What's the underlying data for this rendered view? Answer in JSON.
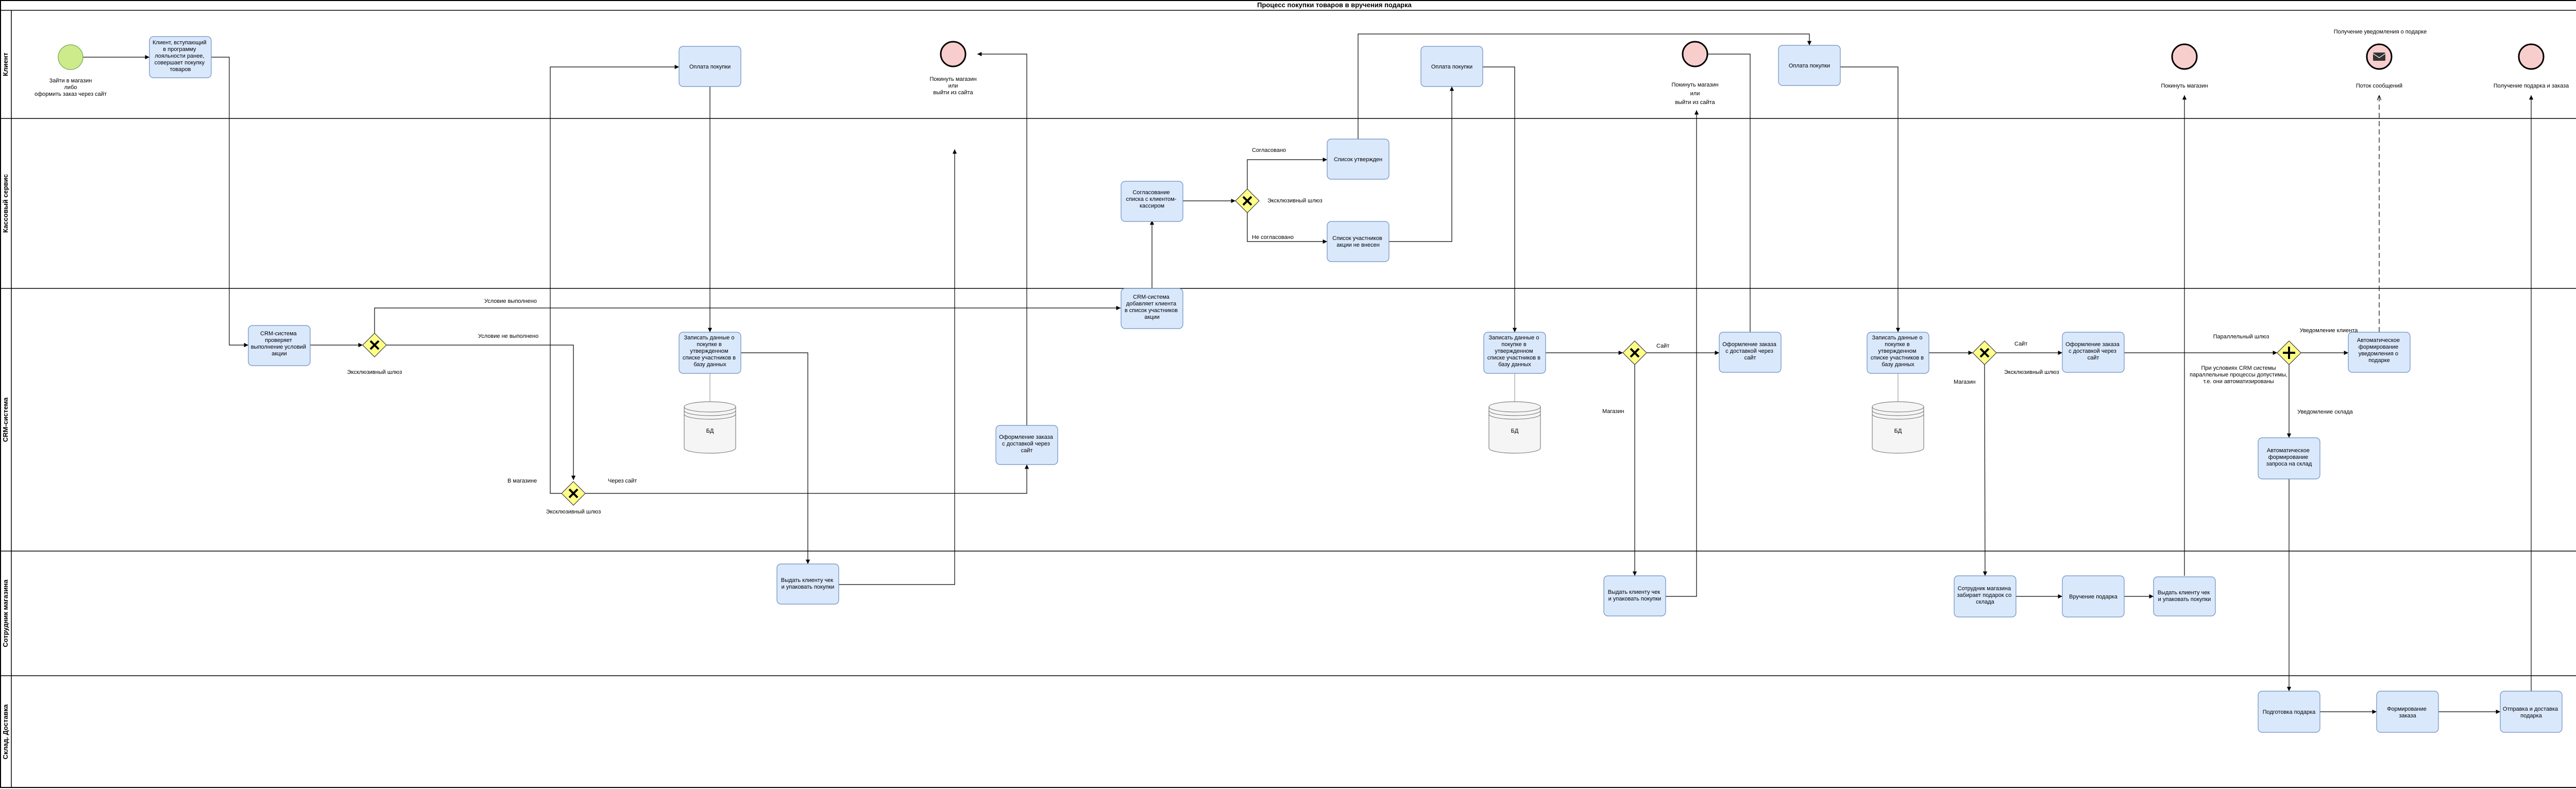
{
  "pool": {
    "title": "Процесс покупки товаров в вручения подарка"
  },
  "lanes": [
    {
      "id": "client",
      "label": "Клиент"
    },
    {
      "id": "cashier",
      "label": "Кассовый сервис"
    },
    {
      "id": "crm",
      "label": "CRM-система"
    },
    {
      "id": "store_staff",
      "label": "Сотрудник магазина"
    },
    {
      "id": "warehouse",
      "label": "Склад. Доставка"
    }
  ],
  "events": {
    "start": {
      "label": [
        "Зайти в магазин",
        "либо",
        "оформить заказ через сайт"
      ]
    },
    "end1": {
      "label": [
        "Покинуть магазин",
        "или",
        "выйти из сайта"
      ]
    },
    "end2": {
      "label": [
        "Покинуть магазин",
        "или",
        "выйти из сайта"
      ]
    },
    "end3": {
      "label": [
        "Покинуть магазин"
      ]
    },
    "message_end": {
      "top_label": [
        "Получение уведомления о подарке"
      ],
      "label": [
        "Поток сообщений"
      ]
    },
    "end4": {
      "label": [
        "Получение подарка и заказа"
      ]
    }
  },
  "tasks": {
    "promo": [
      "Клиент, вступающий",
      "в программу",
      "лояльности ранее,",
      "совершает покупку",
      "товаров"
    ],
    "pay1": [
      "Оплата покупки"
    ],
    "pay2": [
      "Оплата покупки"
    ],
    "pay3": [
      "Оплата покупки"
    ],
    "agree_list": [
      "Согласование",
      "списка с клиентом-",
      "кассиром"
    ],
    "list_approved": [
      "Список утвержден"
    ],
    "list_not_in_promo": [
      "Список участников",
      "акции не внесен"
    ],
    "crm_check": [
      "CRM-система",
      "проверяет",
      "выполнение условий",
      "акции"
    ],
    "crm_add": [
      "CRM-система",
      "добавляет клиента",
      "в список участников",
      "акции"
    ],
    "record1": [
      "Записать данные о",
      "покупке в",
      "утвержденном",
      "списке участников в",
      "базу данных"
    ],
    "record2": [
      "Записать данные о",
      "покупке в",
      "утвержденном",
      "списке участников в",
      "базу данных"
    ],
    "record3": [
      "Записать данные о",
      "покупке в",
      "утвержденном",
      "списке участников в",
      "базу данных"
    ],
    "delivery1": [
      "Оформление заказа",
      "с доставкой через",
      "сайт"
    ],
    "delivery2": [
      "Оформление заказа",
      "с доставкой через",
      "сайт"
    ],
    "delivery3": [
      "Оформление заказа",
      "с доставкой через",
      "сайт"
    ],
    "auto_notify": [
      "Автоматическое",
      "формирование",
      "уведомления о",
      "подарке"
    ],
    "auto_request": [
      "Автоматическое",
      "формирование",
      "запроса на склад"
    ],
    "issue1": [
      "Выдать клиенту чек",
      "и упаковать покупки"
    ],
    "issue2": [
      "Выдать клиенту чек",
      "и упаковать покупки"
    ],
    "issue3": [
      "Выдать клиенту чек",
      "и упаковать покупки"
    ],
    "staff_pick": [
      "Сотрудник магазина",
      "забирает подарок со",
      "склада"
    ],
    "hand_gift": [
      "Вручение подарка"
    ],
    "pack_gift": [
      "Подготовка подарка"
    ],
    "form_order": [
      "Формирование",
      "заказа"
    ],
    "ship": [
      "Отправка и доставка",
      "подарка"
    ]
  },
  "datastores": {
    "db1": "БД",
    "db2": "БД",
    "db3": "БД"
  },
  "gateways": {
    "g_crm": "Эксклюзивный шлюз",
    "g_store": "Эксклюзивный шлюз",
    "g_cash": "Эксклюзивный шлюз",
    "g_site2": "Эксклюзивный шлюз",
    "g_par": "Параллельный шлюз"
  },
  "flow_labels": {
    "cond_met": "Условие выполнено",
    "cond_not_met": "Условие не выполнено",
    "in_store": "В магазине",
    "via_site": "Через сайт",
    "agreed": "Согласовано",
    "not_agreed": "Не согласовано",
    "site1": "Сайт",
    "store1": "Магазин",
    "site2": "Сайт",
    "store2": "Магазин",
    "client_notify": "Уведомление клиента",
    "warehouse_notify": "Уведомление склада",
    "par_note": [
      "При условиях CRM системы",
      "параллельные процессы допустимы,",
      "т.е. они автоматизированы"
    ]
  },
  "colors": {
    "task_fill": "#dae8fc",
    "task_stroke": "#6c8ebf",
    "start_fill": "#cdeb8b",
    "end_fill": "#f8cecc",
    "gateway_fill": "#ffff88"
  }
}
